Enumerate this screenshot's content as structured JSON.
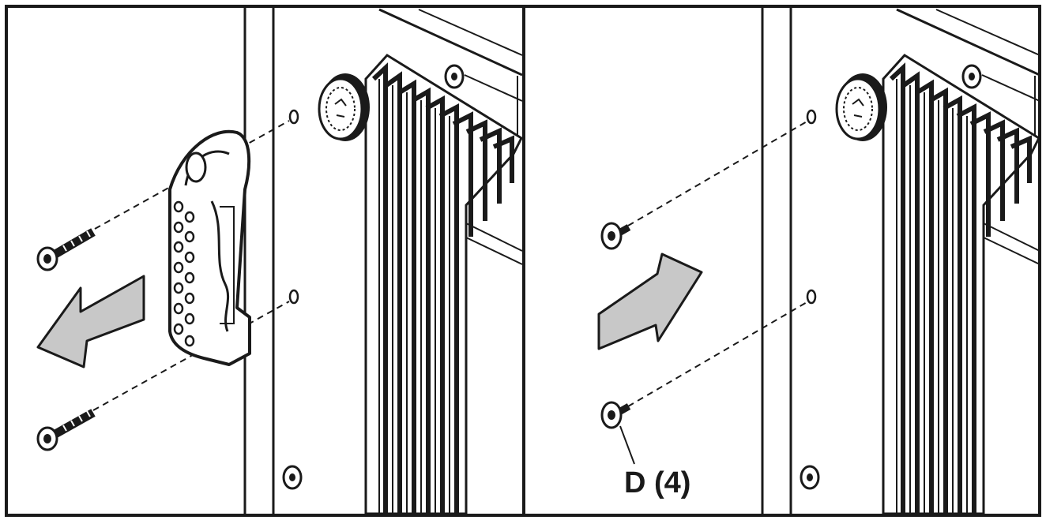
{
  "callout": {
    "label": "D (4)"
  },
  "colors": {
    "line": "#1a1a1a",
    "arrow_fill": "#c8c8c8",
    "background": "#ffffff"
  },
  "panels": [
    {
      "name": "left-panel",
      "step": "remove-handle",
      "arrow_direction": "left"
    },
    {
      "name": "right-panel",
      "step": "install-screws",
      "arrow_direction": "right"
    }
  ]
}
